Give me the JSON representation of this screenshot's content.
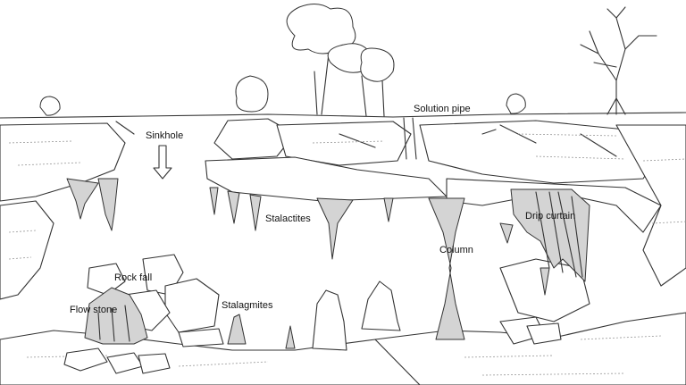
{
  "diagram": {
    "labels": {
      "sinkhole": "Sinkhole",
      "solution_pipe": "Solution pipe",
      "stalactites": "Stalactites",
      "drip_curtain": "Drip curtain",
      "column": "Column",
      "rock_fall": "Rock fall",
      "flow_stone": "Flow stone",
      "stalagmites": "Stalagmites"
    }
  }
}
